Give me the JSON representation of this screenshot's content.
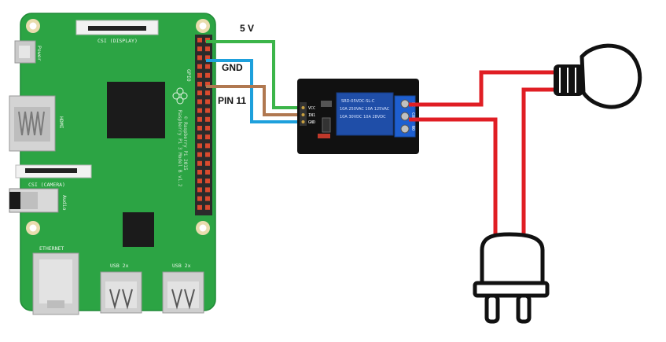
{
  "labels": {
    "vcc": "5 V",
    "gnd": "GND",
    "signal": "PIN 11"
  },
  "board": {
    "csi_display": "CSI (DISPLAY)",
    "csi_camera": "CSI (CAMERA)",
    "power": "Power",
    "hdmi": "HDMI",
    "audio": "Audio",
    "ethernet": "ETHERNET",
    "usb_left": "USB 2x",
    "usb_right": "USB 2x",
    "gpio": "GPIO",
    "model_line1": "Raspberry Pi 3 Model B v1.2",
    "model_line2": "© Raspberry Pi 2015"
  },
  "relay": {
    "pins": [
      "VCC",
      "IN1",
      "GND"
    ],
    "terminals": [
      "NC",
      "COM",
      "NO"
    ],
    "coil_text": [
      "SRD-05VDC-SL-C",
      "10A 250VAC 10A 125VAC",
      "10A 30VDC 10A 28VDC"
    ]
  },
  "colors": {
    "board": "#2ca444",
    "vcc_wire": "#3cb54a",
    "gnd_wire": "#1ea0dc",
    "signal_wire": "#b07850",
    "mains_wire": "#e01e24",
    "relay_body": "#111111",
    "relay_coil": "#1f4ea8"
  }
}
